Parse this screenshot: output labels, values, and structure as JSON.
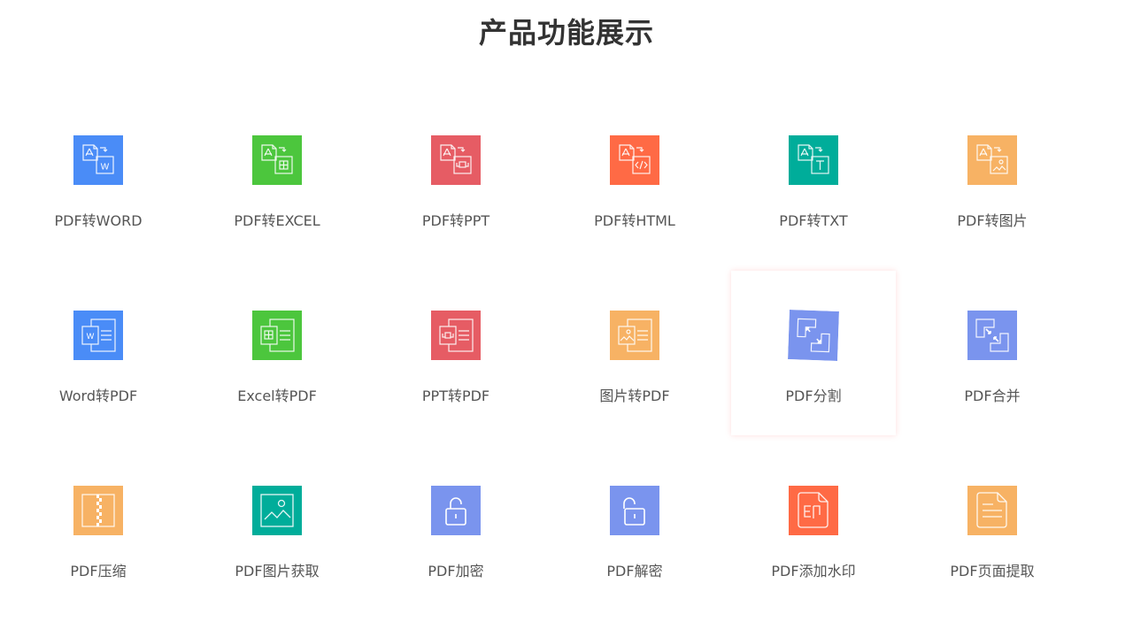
{
  "page": {
    "title": "产品功能展示"
  },
  "features": [
    {
      "label": "PDF转WORD",
      "icon": "pdf-to-word-icon",
      "color": "#4a8cf7"
    },
    {
      "label": "PDF转EXCEL",
      "icon": "pdf-to-excel-icon",
      "color": "#4cc63d"
    },
    {
      "label": "PDF转PPT",
      "icon": "pdf-to-ppt-icon",
      "color": "#e65c64"
    },
    {
      "label": "PDF转HTML",
      "icon": "pdf-to-html-icon",
      "color": "#ff6a45"
    },
    {
      "label": "PDF转TXT",
      "icon": "pdf-to-txt-icon",
      "color": "#00ad9a"
    },
    {
      "label": "PDF转图片",
      "icon": "pdf-to-image-icon",
      "color": "#f7b264"
    },
    {
      "label": "Word转PDF",
      "icon": "word-to-pdf-icon",
      "color": "#4a8cf7"
    },
    {
      "label": "Excel转PDF",
      "icon": "excel-to-pdf-icon",
      "color": "#4cc63d"
    },
    {
      "label": "PPT转PDF",
      "icon": "ppt-to-pdf-icon",
      "color": "#e65c64"
    },
    {
      "label": "图片转PDF",
      "icon": "image-to-pdf-icon",
      "color": "#f7b264"
    },
    {
      "label": "PDF分割",
      "icon": "pdf-split-icon",
      "color": "#7a94ee"
    },
    {
      "label": "PDF合并",
      "icon": "pdf-merge-icon",
      "color": "#7a94ee"
    },
    {
      "label": "PDF压缩",
      "icon": "pdf-compress-icon",
      "color": "#f7b264"
    },
    {
      "label": "PDF图片获取",
      "icon": "pdf-image-extract-icon",
      "color": "#00ad9a"
    },
    {
      "label": "PDF加密",
      "icon": "pdf-encrypt-icon",
      "color": "#7a94ee"
    },
    {
      "label": "PDF解密",
      "icon": "pdf-decrypt-icon",
      "color": "#7a94ee"
    },
    {
      "label": "PDF添加水印",
      "icon": "pdf-watermark-icon",
      "color": "#ff6a45"
    },
    {
      "label": "PDF页面提取",
      "icon": "pdf-page-extract-icon",
      "color": "#f7b264"
    }
  ],
  "hovered_index": 10
}
